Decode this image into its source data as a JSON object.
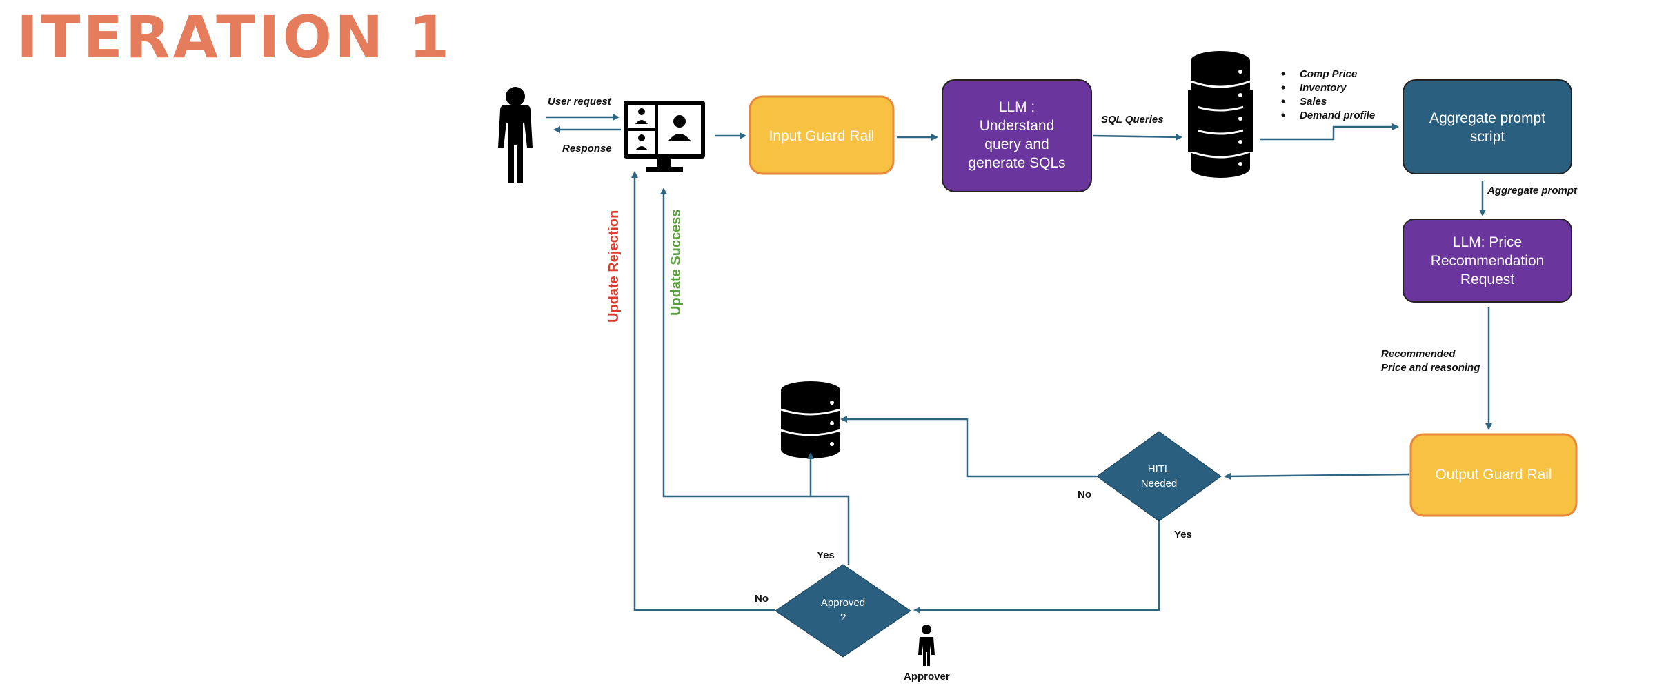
{
  "title": "ITERATION 1",
  "colors": {
    "title": "#E57C5C",
    "arrow": "#2F6683",
    "guard_fill": "#F7C142",
    "guard_border": "#E8883A",
    "llm_fill": "#6A359C",
    "teal_fill": "#2A5F80",
    "rejection": "#E03B2E",
    "success": "#5AA13B"
  },
  "nodes": {
    "input_guard": "Input Guard Rail",
    "llm_sql": [
      "LLM :",
      "Understand",
      "query and",
      "generate SQLs"
    ],
    "aggregate": [
      "Aggregate prompt",
      "script"
    ],
    "llm_price": [
      "LLM: Price",
      "Recommendation",
      "Request"
    ],
    "output_guard": "Output Guard Rail",
    "hitl": [
      "HITL",
      "Needed"
    ],
    "approved": [
      "Approved",
      "?"
    ]
  },
  "data_sources": [
    "Comp Price",
    "Inventory",
    "Sales",
    "Demand profile"
  ],
  "edge_labels": {
    "user_request": "User request",
    "response": "Response",
    "sql_queries": "SQL Queries",
    "aggregate_prompt": "Aggregate prompt",
    "recommended": [
      "Recommended",
      "Price and reasoning"
    ],
    "hitl_no": "No",
    "hitl_yes": "Yes",
    "approved_yes": "Yes",
    "approved_no": "No",
    "approver": "Approver",
    "update_rejection": "Update Rejection",
    "update_success": "Update Success"
  },
  "icons": [
    "person-icon",
    "monitor-video-call-icon",
    "database-stack-icon",
    "database-icon",
    "approver-person-icon"
  ]
}
